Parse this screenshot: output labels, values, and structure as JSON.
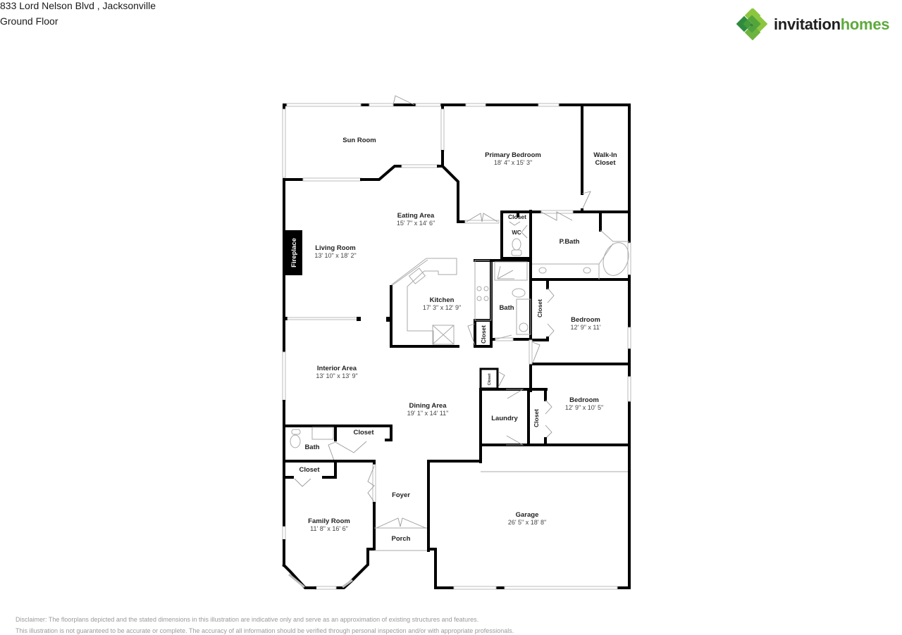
{
  "header": {
    "address": "833 Lord Nelson Blvd , Jacksonville",
    "floor_label": "Ground Floor"
  },
  "brand": {
    "logo_icon": "diamond-cluster-logo-icon",
    "name_part1": "invitation",
    "name_part2": "homes",
    "colors": {
      "dark_green": "#2e8b3e",
      "mid_green": "#5eaa3c",
      "light_green": "#8cc63f",
      "text_dark": "#1f1f1f"
    }
  },
  "floorplan": {
    "rooms": [
      {
        "name": "Sun Room",
        "dims": ""
      },
      {
        "name": "Primary Bedroom",
        "dims": "18' 4\" x 15' 3\""
      },
      {
        "name": "Walk-In",
        "name2": "Closet",
        "dims": ""
      },
      {
        "name": "Eating Area",
        "dims": "15' 7\" x 14' 6\""
      },
      {
        "name": "Living Room",
        "dims": "13' 10\" x 18' 2\""
      },
      {
        "name": "Fireplace",
        "dims": ""
      },
      {
        "name": "Kitchen",
        "dims": "17' 3\" x 12' 9\""
      },
      {
        "name": "Closet",
        "dims": ""
      },
      {
        "name": "WC",
        "dims": ""
      },
      {
        "name": "P.Bath",
        "dims": ""
      },
      {
        "name": "Bath",
        "dims": ""
      },
      {
        "name": "Closet",
        "dims": ""
      },
      {
        "name": "Closet",
        "dims": ""
      },
      {
        "name": "Bedroom",
        "dims": "12' 9\" x 11'"
      },
      {
        "name": "Interior Area",
        "dims": "13' 10\" x 13' 9\""
      },
      {
        "name": "Dining Area",
        "dims": "19' 1\" x 14' 11\""
      },
      {
        "name": "Closet",
        "dims": ""
      },
      {
        "name": "Laundry",
        "dims": ""
      },
      {
        "name": "Closet",
        "dims": ""
      },
      {
        "name": "Bedroom",
        "dims": "12' 9\" x 10' 5\""
      },
      {
        "name": "Bath",
        "dims": ""
      },
      {
        "name": "Closet",
        "dims": ""
      },
      {
        "name": "Closet",
        "dims": ""
      },
      {
        "name": "Family Room",
        "dims": "11' 8\" x 16' 6\""
      },
      {
        "name": "Foyer",
        "dims": ""
      },
      {
        "name": "Porch",
        "dims": ""
      },
      {
        "name": "Garage",
        "dims": "26' 5\" x 18' 8\""
      }
    ]
  },
  "disclaimer": {
    "line1": "Disclaimer: The floorplans depicted and the stated dimensions in this illustration are indicative only and serve as an approximation of existing structures and features.",
    "line2": "This illustration is not guaranteed to be accurate or complete. The accuracy of all information should be verified through personal inspection and/or with appropriate professionals."
  }
}
